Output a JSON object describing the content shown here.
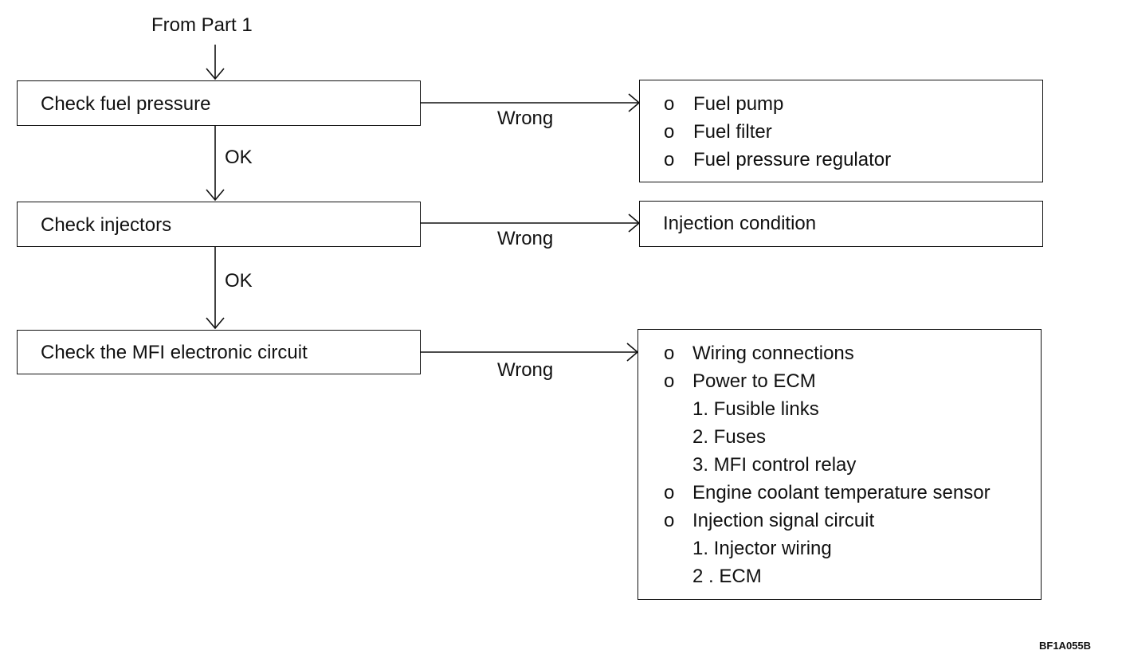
{
  "start": "From Part 1",
  "steps": [
    {
      "label": "Check fuel pressure",
      "fail": "Wrong",
      "pass": "OK",
      "result": [
        "Fuel pump",
        "Fuel filter",
        "Fuel pressure regulator"
      ]
    },
    {
      "label": "Check injectors",
      "fail": "Wrong",
      "pass": "OK",
      "result_text": "Injection condition"
    },
    {
      "label": "Check the MFI electronic circuit",
      "fail": "Wrong"
    }
  ],
  "bullet": "o",
  "circuit_checks": {
    "wiring": "Wiring connections",
    "power": "Power to ECM",
    "power_sub": [
      "1.  Fusible links",
      "2.  Fuses",
      "3.  MFI control relay"
    ],
    "coolant": "Engine coolant temperature sensor",
    "signal": "Injection signal circuit",
    "signal_sub": [
      "1.  Injector wiring",
      "2 . ECM"
    ]
  },
  "figure_id": "BF1A055B"
}
